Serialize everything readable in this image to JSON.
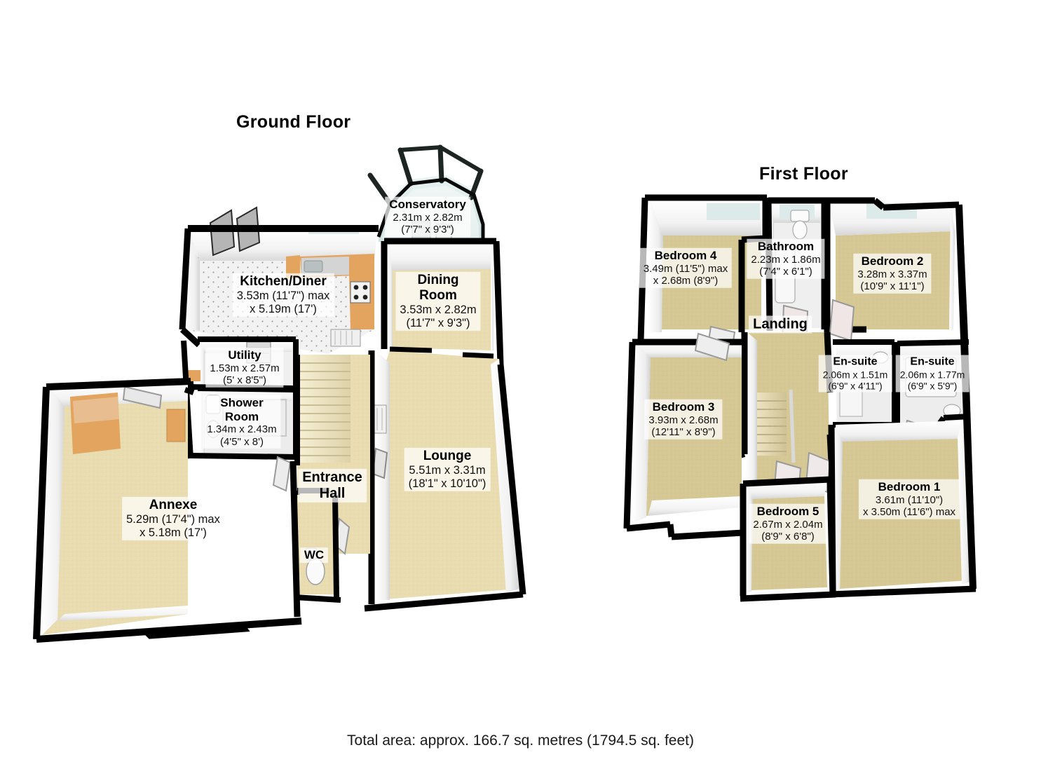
{
  "document": {
    "type": "floorplan",
    "footer": "Total area: approx. 166.7 sq. metres (1794.5 sq. feet)"
  },
  "floors": [
    {
      "id": "ground",
      "title": "Ground Floor",
      "rooms": [
        {
          "name": "Conservatory",
          "dim_metric": "2.31m x 2.82m",
          "dim_imperial": "(7'7\" x 9'3\")"
        },
        {
          "name": "Kitchen/Diner",
          "dim_metric": "3.53m (11'7\") max",
          "dim_imperial": "x 5.19m (17')"
        },
        {
          "name": "Dining",
          "name2": "Room",
          "dim_metric": "3.53m x 2.82m",
          "dim_imperial": "(11'7\" x 9'3\")"
        },
        {
          "name": "Utility",
          "dim_metric": "1.53m x 2.57m",
          "dim_imperial": "(5' x 8'5\")"
        },
        {
          "name": "Shower",
          "name2": "Room",
          "dim_metric": "1.34m x 2.43m",
          "dim_imperial": "(4'5\" x 8')"
        },
        {
          "name": "Lounge",
          "dim_metric": "5.51m x 3.31m",
          "dim_imperial": "(18'1\" x 10'10\")"
        },
        {
          "name": "Entrance",
          "name2": "Hall",
          "dim_metric": "",
          "dim_imperial": ""
        },
        {
          "name": "Annexe",
          "dim_metric": "5.29m (17'4\") max",
          "dim_imperial": "x 5.18m (17')"
        },
        {
          "name": "WC",
          "dim_metric": "",
          "dim_imperial": ""
        }
      ]
    },
    {
      "id": "first",
      "title": "First Floor",
      "rooms": [
        {
          "name": "Bedroom 4",
          "dim_metric": "3.49m (11'5\") max",
          "dim_imperial": "x 2.68m (8'9\")"
        },
        {
          "name": "Bathroom",
          "dim_metric": "2.23m x 1.86m",
          "dim_imperial": "(7'4\" x 6'1\")"
        },
        {
          "name": "Bedroom 2",
          "dim_metric": "3.28m x 3.37m",
          "dim_imperial": "(10'9\" x 11'1\")"
        },
        {
          "name": "Landing",
          "dim_metric": "",
          "dim_imperial": ""
        },
        {
          "name": "Bedroom 3",
          "dim_metric": "3.93m x 2.68m",
          "dim_imperial": "(12'11\" x 8'9\")"
        },
        {
          "name": "En-suite",
          "dim_metric": "2.06m x 1.51m",
          "dim_imperial": "(6'9\" x 4'11\")"
        },
        {
          "name": "En-suite",
          "dim_metric": "2.06m x 1.77m",
          "dim_imperial": "(6'9\" x 5'9\")"
        },
        {
          "name": "Bedroom 5",
          "dim_metric": "2.67m x 2.04m",
          "dim_imperial": "(8'9\" x 6'8\")"
        },
        {
          "name": "Bedroom 1",
          "dim_metric": "3.61m (11'10\")",
          "dim_imperial": "x 3.50m (11'6\") max"
        }
      ]
    }
  ],
  "colors": {
    "wall_outline": "#000000",
    "wall_face": "#ffffff",
    "carpet_cream": "#e8dcb0",
    "carpet_tan": "#d6c894",
    "tile_white": "#f0f0f0",
    "glass_tint": "#dcebea",
    "stair_tread": "#efe6c4",
    "worktop_wood": "#e0a05a",
    "background": "#ffffff",
    "text": "#000000"
  }
}
